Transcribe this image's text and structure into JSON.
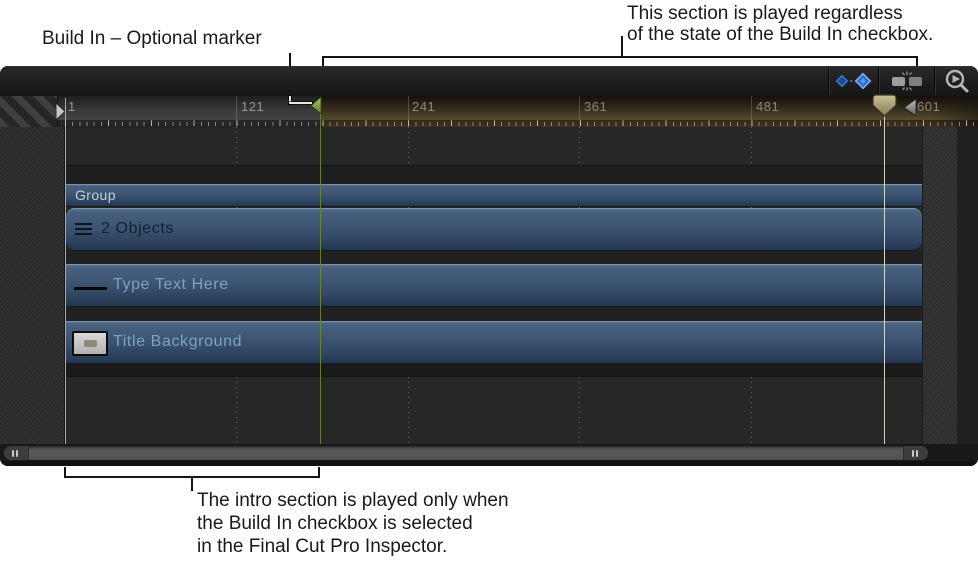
{
  "annotations": {
    "build_in_marker": "Build In – Optional marker",
    "regardless_line1": "This section is played regardless",
    "regardless_line2": "of the state of the Build In checkbox.",
    "intro_line1": "The intro section is played only when",
    "intro_line2": "the Build In checkbox is selected",
    "intro_line3": "in the Final Cut Pro Inspector."
  },
  "window": {
    "toolbar": {
      "buttons": [
        {
          "icon": "keyframes-icon"
        },
        {
          "icon": "trim-icon"
        },
        {
          "icon": "zoom-timeline-icon"
        }
      ]
    },
    "ruler": {
      "labels": [
        "1",
        "121",
        "241",
        "361",
        "481",
        "601"
      ],
      "markers": {
        "build_in_marker": "green-left-triangle",
        "in_point": "right-triangle",
        "out_point": "left-triangle",
        "playhead_pin": "tan-pin"
      }
    },
    "tracks": [
      {
        "label": "Group",
        "icon": ""
      },
      {
        "label": "2 Objects",
        "icon": "list-icon"
      },
      {
        "label": "Type Text Here",
        "icon": "text-dash-icon"
      },
      {
        "label": "Title Background",
        "icon": "thumbnail-icon"
      }
    ],
    "scrollbar": {
      "orientation": "horizontal"
    }
  },
  "colors": {
    "marker_green": "#7b9c3e",
    "ruler_highlight_olive": "#6e5c38",
    "track_bar_blue": "#3a5472",
    "keyframe_blue": "#2f70d8",
    "pin_tan": "#b6ad80"
  }
}
